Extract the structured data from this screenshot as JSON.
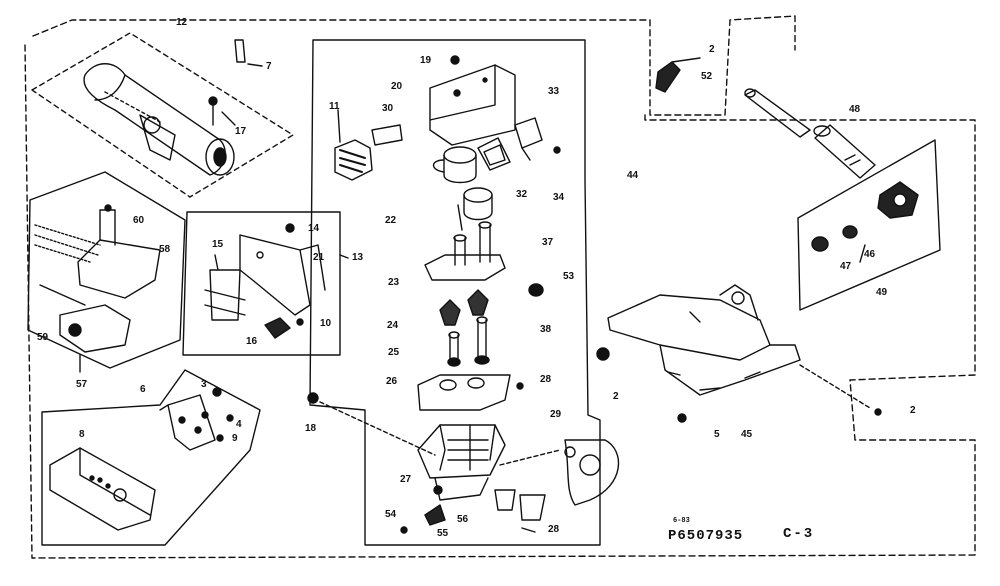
{
  "part_labels": {
    "p12": "12",
    "p7": "7",
    "p17": "17",
    "p19": "19",
    "p20": "20",
    "p11": "11",
    "p30": "30",
    "p33": "33",
    "p22": "22",
    "p32": "32",
    "p34": "34",
    "p37": "37",
    "p44": "44",
    "p2_top": "2",
    "p52_top": "52",
    "p48": "48",
    "p60": "60",
    "p58a": "58",
    "p59": "59",
    "p57": "57",
    "p14": "14",
    "p15": "15",
    "p21": "21",
    "p13": "13",
    "p16": "16",
    "p10": "10",
    "p23": "23",
    "p53": "53",
    "p24": "24",
    "p38": "38",
    "p25": "25",
    "p26": "26",
    "p28a": "28",
    "p18": "18",
    "p47": "47",
    "p46": "46",
    "p49": "49",
    "p2_mid": "2",
    "p5": "5",
    "p45": "45",
    "p2_right": "2",
    "p6": "6",
    "p3": "3",
    "p4": "4",
    "p8": "8",
    "p9": "9",
    "p29": "29",
    "p27": "27",
    "p54": "54",
    "p56": "56",
    "p55": "55",
    "p28b": "28"
  },
  "footer": {
    "small_code": "6-83",
    "catalog_number": "P6507935",
    "page_ref": "C-3"
  }
}
